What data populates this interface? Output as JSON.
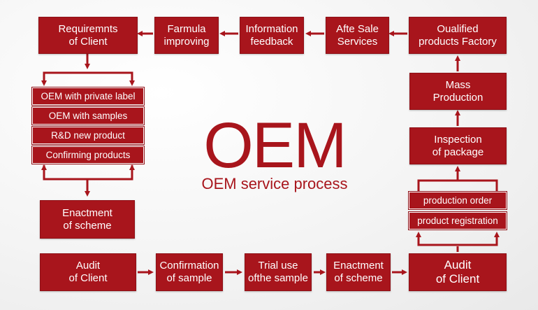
{
  "diagram": {
    "title": "OEM",
    "subtitle": "OEM service process",
    "top_row": {
      "requirements": "Requiremnts\nof  Client",
      "formula": "Farmula\nimproving",
      "information": "Information\nfeedback",
      "after_sale": "Afte Sale\nServices",
      "qualified": "Oualified\nproducts Factory"
    },
    "options": [
      "OEM with private label",
      "OEM with samples",
      "R&D new product",
      "Confirming products"
    ],
    "enactment_left": "Enactment\nof scheme",
    "bottom_row": {
      "audit_left": "Audit\nof Client",
      "confirmation": "Confirmation\nof sample",
      "trial": "Trial use\nofthe sample",
      "enactment_bottom": "Enactment\nof scheme",
      "audit_right": "Audit\nof Client"
    },
    "right_column": {
      "mass_production": "Mass\nProduction",
      "inspection": "Inspection\nof package",
      "production_order": "production order",
      "product_registration": "product registration"
    }
  },
  "colors": {
    "box_fill": "#a8151c",
    "arrow": "#a8151c",
    "background": "#f3f3f3"
  }
}
